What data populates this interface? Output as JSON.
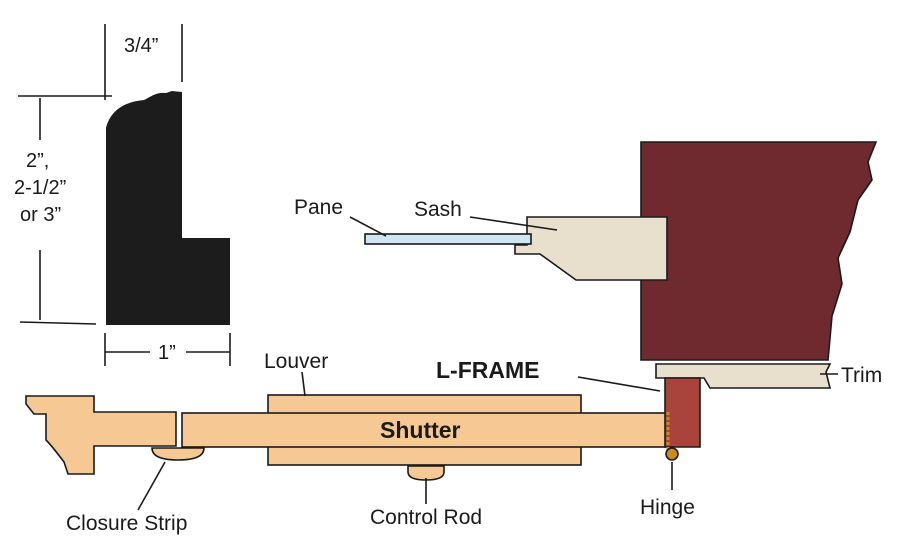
{
  "dimensions": {
    "thickness": "3/4”",
    "width": "1”",
    "height_line1": "2”,",
    "height_line2": "2-1/2”",
    "height_line3": "or 3”"
  },
  "labels": {
    "pane": "Pane",
    "sash": "Sash",
    "louver": "Louver",
    "l_frame": "L-FRAME",
    "trim": "Trim",
    "shutter": "Shutter",
    "closure_strip": "Closure Strip",
    "control_rod": "Control Rod",
    "hinge": "Hinge"
  },
  "colors": {
    "profile": "#1c1c1c",
    "wall": "#6e2a2e",
    "wood": "#f5c894",
    "sash": "#e8e0cc",
    "glass": "#cfe6f2",
    "l_frame": "#a8443c",
    "hinge": "#c98a1e"
  }
}
